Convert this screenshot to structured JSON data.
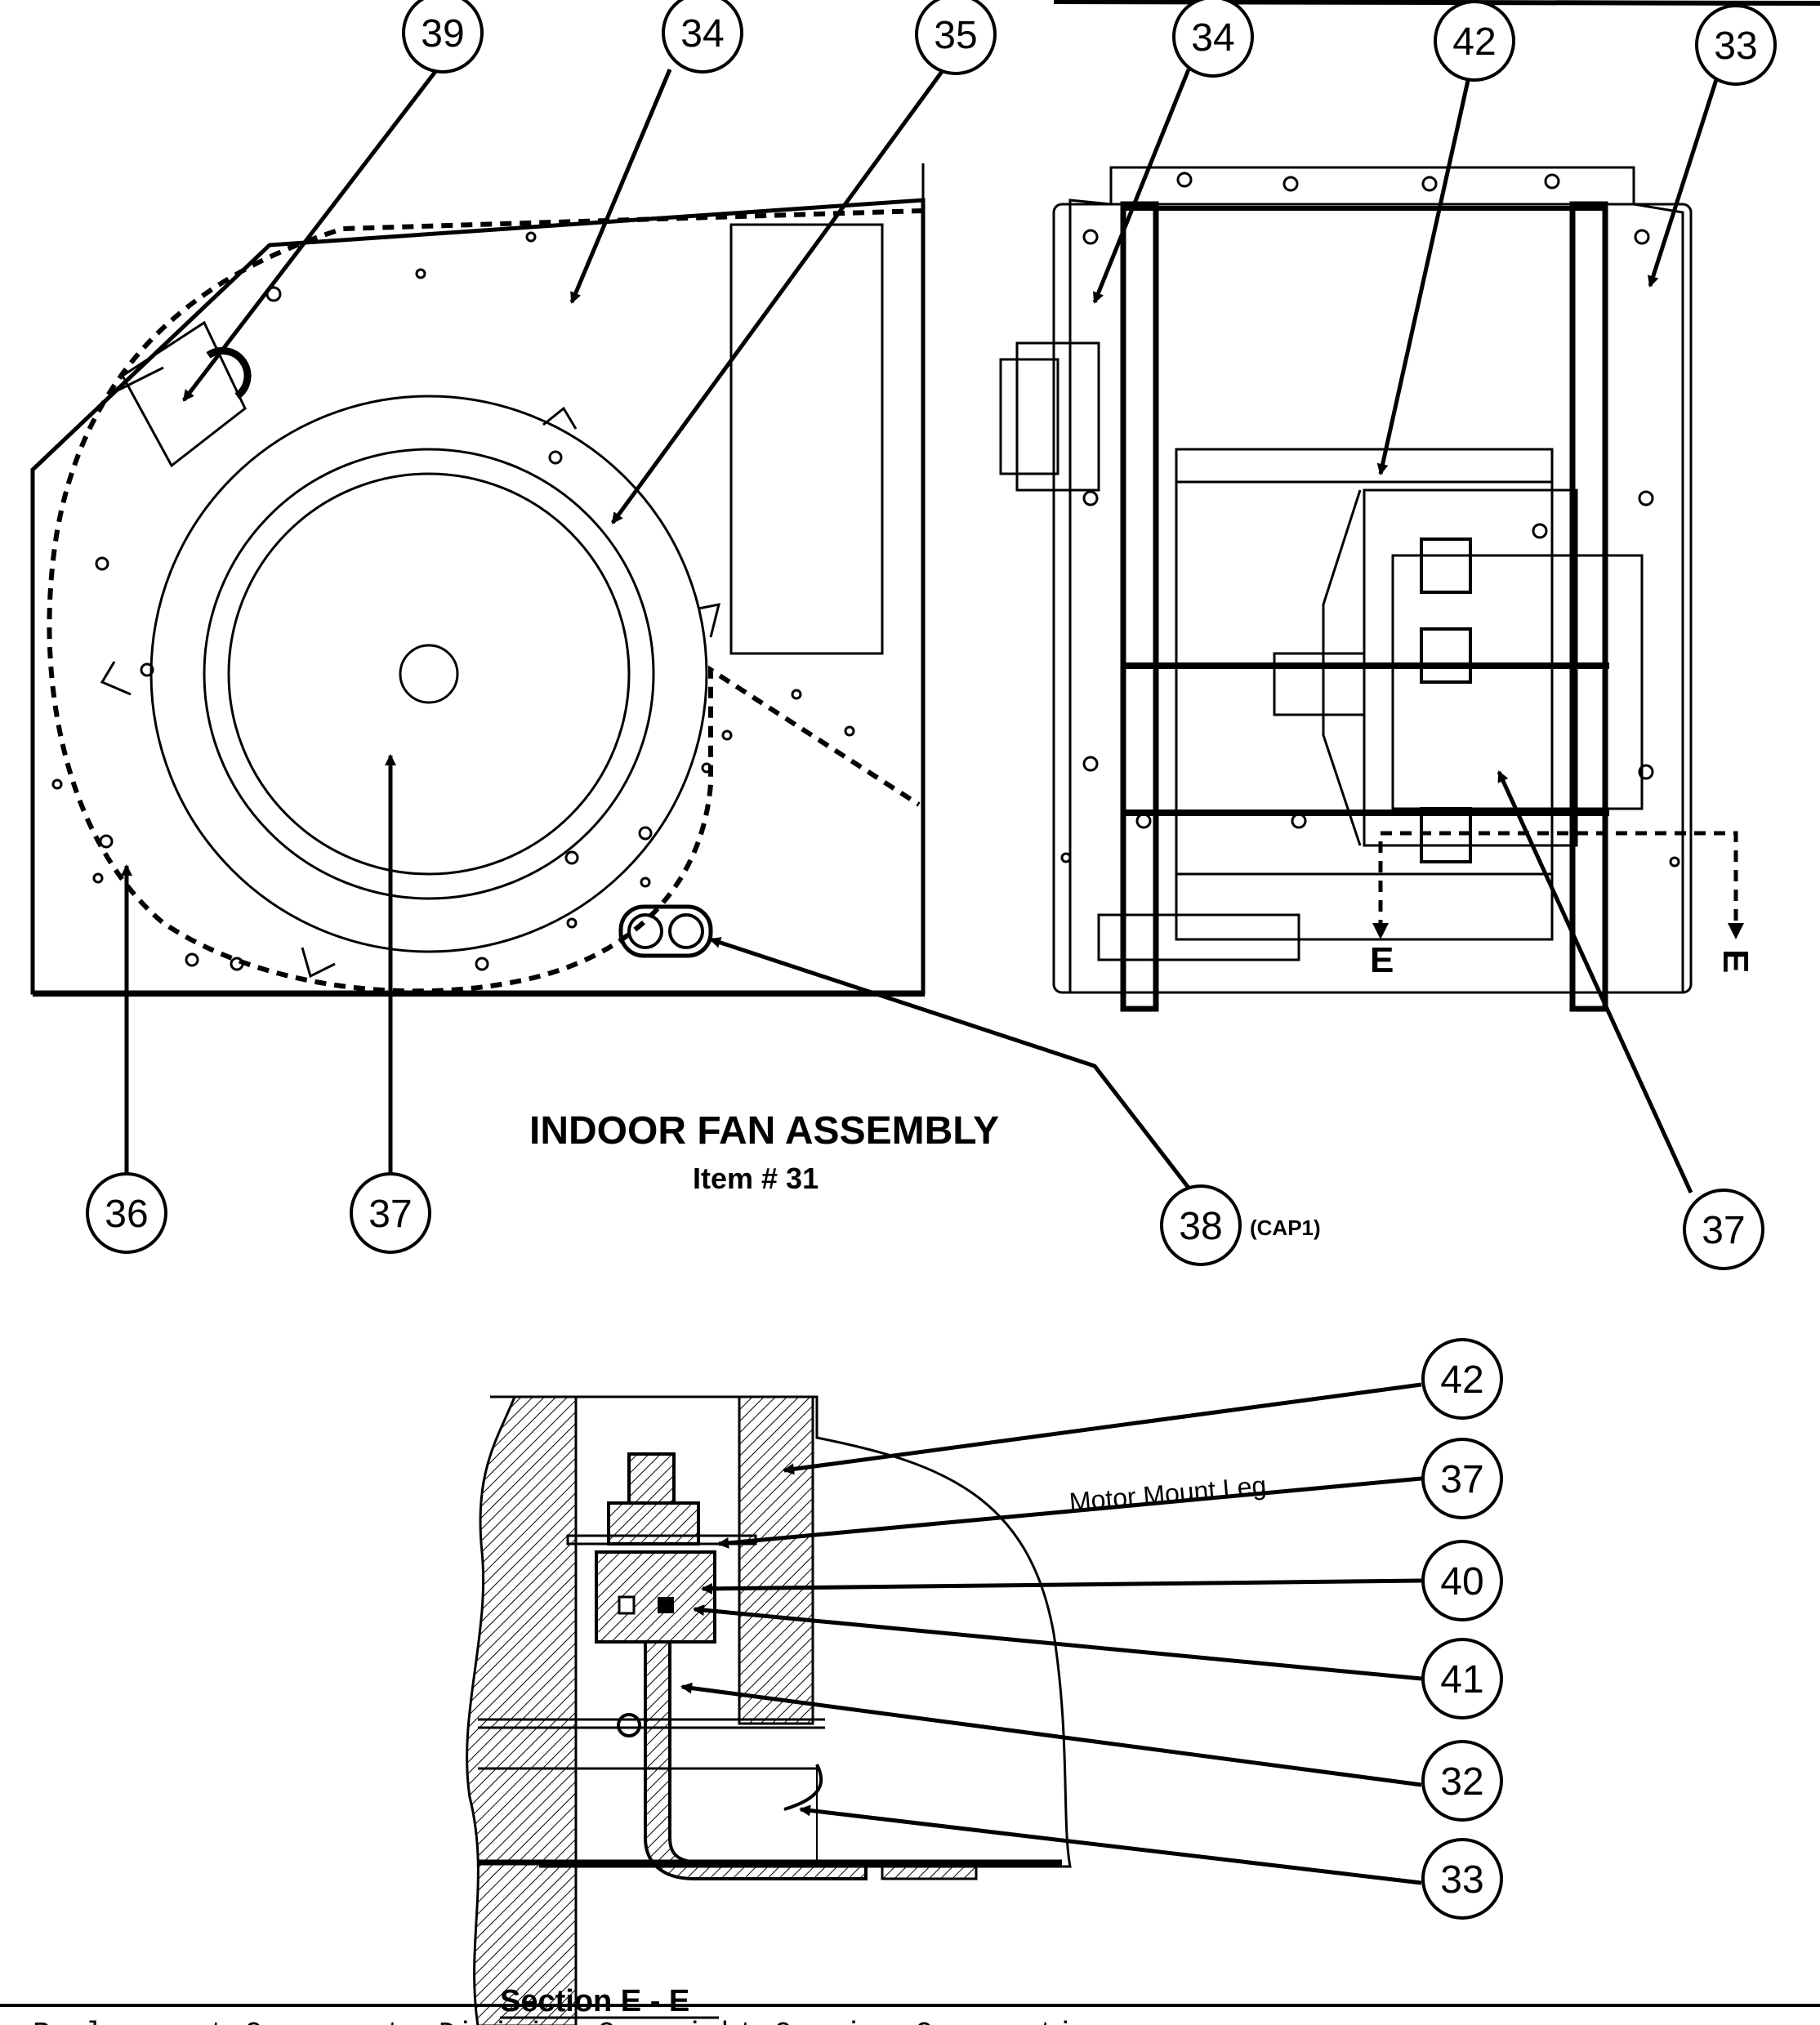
{
  "diagram": {
    "title": "INDOOR FAN ASSEMBLY",
    "subtitle": "Item # 31",
    "section_label": "Section E - E",
    "section_mark": "E",
    "motor_mount_label": "Motor Mount Leg",
    "cap_label": "(CAP1)",
    "footer_text": "Replacement Components Division   Copyright Carrier Corporation",
    "callouts": {
      "c39": "39",
      "c34a": "34",
      "c35": "35",
      "c34b": "34",
      "c42a": "42",
      "c33a": "33",
      "c36": "36",
      "c37a": "37",
      "c38": "38",
      "c37b": "37",
      "c42b": "42",
      "c37c": "37",
      "c40": "40",
      "c41": "41",
      "c32": "32",
      "c33b": "33"
    }
  }
}
